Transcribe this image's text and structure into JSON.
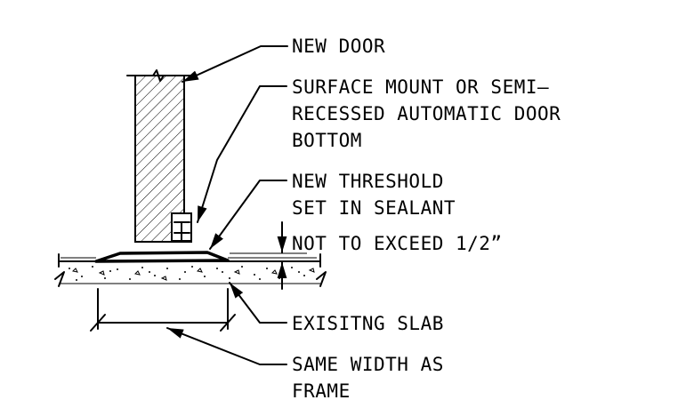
{
  "labels": {
    "new_door": "NEW DOOR",
    "auto_bottom_1": "SURFACE MOUNT OR SEMI–",
    "auto_bottom_2": "RECESSED AUTOMATIC DOOR",
    "auto_bottom_3": "BOTTOM",
    "threshold_1": "NEW THRESHOLD",
    "threshold_2": "SET IN SEALANT",
    "max_height": "NOT TO EXCEED 1/2”",
    "slab": "EXISITNG SLAB",
    "width_1": "SAME WIDTH AS",
    "width_2": "FRAME"
  }
}
